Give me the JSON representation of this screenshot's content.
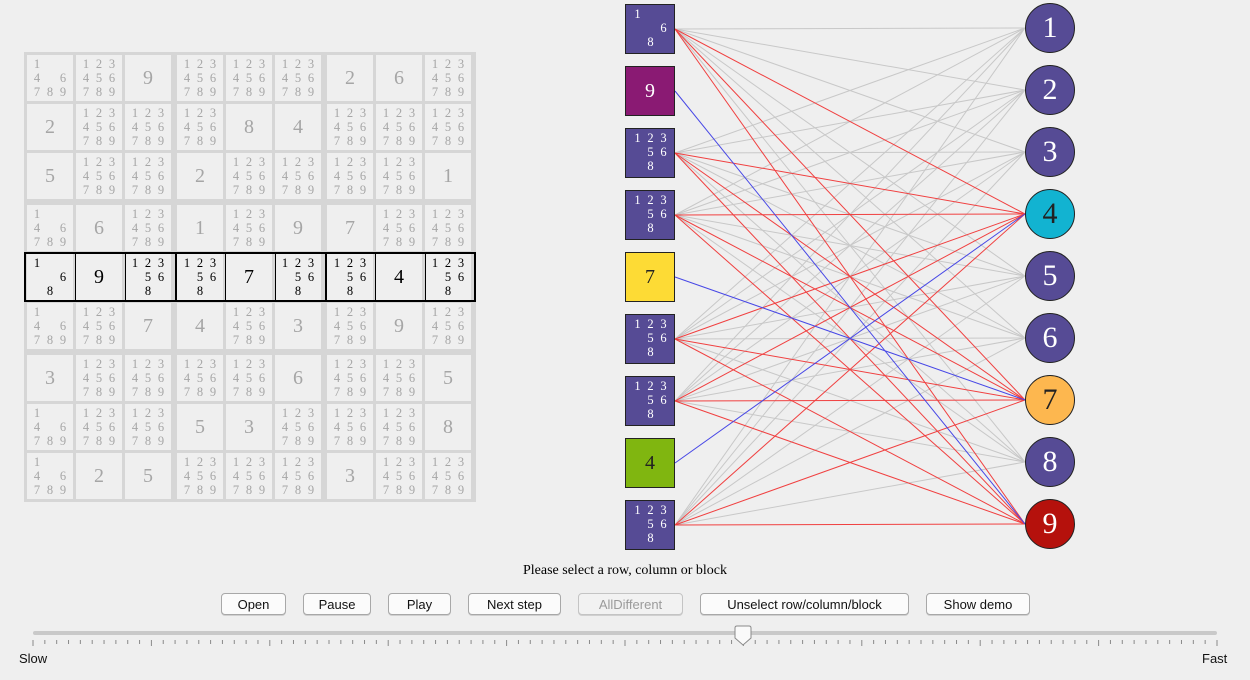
{
  "sudoku": {
    "cells": [
      [
        "1 46789",
        "123456789",
        "9",
        "123456789",
        "123456789",
        "123456789",
        "2",
        "6",
        "123456789"
      ],
      [
        "2",
        "123456789",
        "123456789",
        "123456789",
        "8",
        "4",
        "123456789",
        "123456789",
        "123456789"
      ],
      [
        "5",
        "123456789",
        "123456789",
        "2",
        "123456789",
        "123456789",
        "123456789",
        "123456789",
        "1"
      ],
      [
        "1 46789",
        "6",
        "123456789",
        "1",
        "123456789",
        "9",
        "7",
        "123456789",
        "123456789"
      ],
      [
        "1 68",
        "9",
        "123568",
        "123568",
        "7",
        "123568",
        "123568",
        "4",
        "123568"
      ],
      [
        "1 46789",
        "123456789",
        "7",
        "4",
        "123456789",
        "3",
        "123456789",
        "9",
        "123456789"
      ],
      [
        "3",
        "123456789",
        "123456789",
        "123456789",
        "123456789",
        "6",
        "123456789",
        "123456789",
        "5"
      ],
      [
        "1 46789",
        "123456789",
        "123456789",
        "5",
        "3",
        "123456789",
        "123456789",
        "123456789",
        "8"
      ],
      [
        "1 46789",
        "2",
        "5",
        "123456789",
        "123456789",
        "123456789",
        "3",
        "123456789",
        "123456789"
      ]
    ],
    "selected_row": 4
  },
  "graph": {
    "variables": [
      {
        "candidates": "168",
        "color": "#564b95"
      },
      {
        "value": "9",
        "color": "#8a1a73"
      },
      {
        "candidates": "123568",
        "color": "#564b95"
      },
      {
        "candidates": "123568",
        "color": "#564b95"
      },
      {
        "value": "7",
        "color": "#fddb35"
      },
      {
        "candidates": "123568",
        "color": "#564b95"
      },
      {
        "candidates": "123568",
        "color": "#564b95"
      },
      {
        "value": "4",
        "color": "#80b610"
      },
      {
        "candidates": "123568",
        "color": "#564b95"
      }
    ],
    "values": [
      {
        "label": "1",
        "color": "#564b95"
      },
      {
        "label": "2",
        "color": "#564b95"
      },
      {
        "label": "3",
        "color": "#564b95"
      },
      {
        "label": "4",
        "color": "#12b3d1"
      },
      {
        "label": "5",
        "color": "#564b95"
      },
      {
        "label": "6",
        "color": "#564b95"
      },
      {
        "label": "7",
        "color": "#fdb74f"
      },
      {
        "label": "8",
        "color": "#564b95"
      },
      {
        "label": "9",
        "color": "#b5110c"
      }
    ],
    "edge_colors": {
      "gray": "#c8c8c8",
      "red": "#f04040",
      "blue": "#4747e6"
    }
  },
  "status_text": "Please select a row, column or block",
  "buttons": {
    "open": "Open",
    "pause": "Pause",
    "play": "Play",
    "next_step": "Next step",
    "all_different": "AllDifferent",
    "unselect": "Unselect row/column/block",
    "show_demo": "Show demo"
  },
  "speed_slider": {
    "min_label": "Slow",
    "max_label": "Fast",
    "value": 0.6
  }
}
